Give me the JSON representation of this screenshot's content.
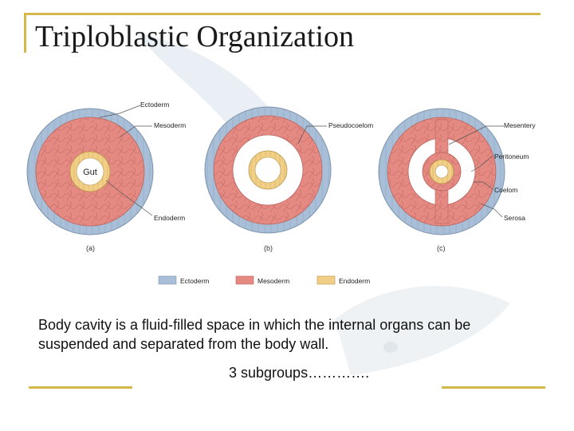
{
  "slide": {
    "title": "Triploblastic Organization",
    "caption": "Body cavity is a fluid-filled space in which the internal organs can be suspended and separated from the body wall.",
    "subgroups": "3 subgroups…………."
  },
  "diagram": {
    "labels": {
      "ectoderm": "Ectoderm",
      "mesoderm": "Mesoderm",
      "gut": "Gut",
      "endoderm": "Endoderm",
      "pseudocoelom": "Pseudocoelom",
      "mesentery": "Mesentery",
      "peritoneum": "Peritoneum",
      "coelom": "Coelom",
      "serosa": "Serosa"
    },
    "panels": [
      "(a)",
      "(b)",
      "(c)"
    ],
    "legend": [
      "Ectoderm",
      "Mesoderm",
      "Endoderm"
    ]
  },
  "colors": {
    "ectoderm": "#a9bfd8",
    "mesoderm": "#e58a82",
    "endoderm": "#f1cf86",
    "accent": "#d4b84a"
  }
}
